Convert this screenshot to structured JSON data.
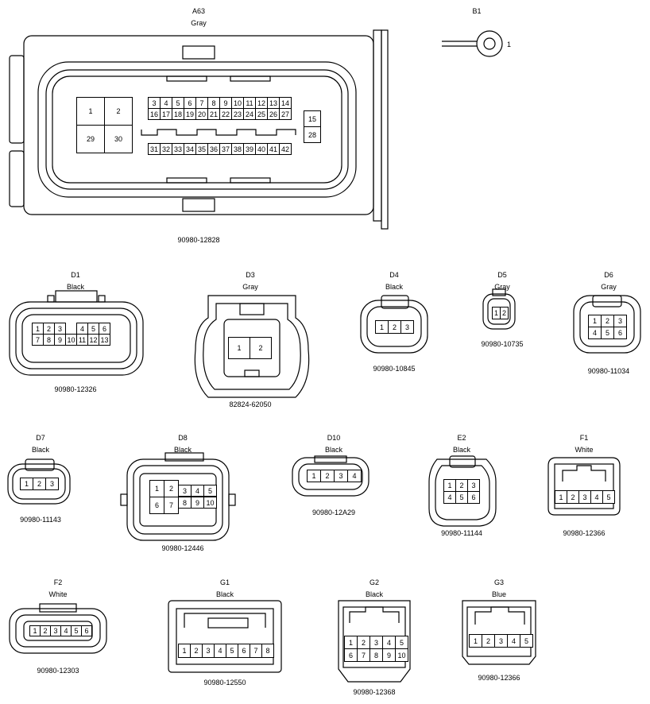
{
  "connectors": {
    "a63": {
      "id": "A63",
      "color": "Gray",
      "part": "90980-12828",
      "big_pins": [
        "1",
        "2",
        "29",
        "30"
      ],
      "row1": [
        "3",
        "4",
        "5",
        "6",
        "7",
        "8",
        "9",
        "10",
        "11",
        "12",
        "13",
        "14"
      ],
      "row2": [
        "16",
        "17",
        "18",
        "19",
        "20",
        "21",
        "22",
        "23",
        "24",
        "25",
        "26",
        "27"
      ],
      "row3": [
        "31",
        "32",
        "33",
        "34",
        "35",
        "36",
        "37",
        "38",
        "39",
        "40",
        "41",
        "42"
      ],
      "side_pins": [
        "15",
        "28"
      ]
    },
    "b1": {
      "id": "B1",
      "pin": "1"
    },
    "d1": {
      "id": "D1",
      "color": "Black",
      "part": "90980-12326",
      "row1": [
        "1",
        "2",
        "3",
        "",
        "4",
        "5",
        "6"
      ],
      "row2": [
        "7",
        "8",
        "9",
        "10",
        "11",
        "12",
        "13"
      ]
    },
    "d3": {
      "id": "D3",
      "color": "Gray",
      "part": "82824-62050",
      "pins": [
        "1",
        "2"
      ]
    },
    "d4": {
      "id": "D4",
      "color": "Black",
      "part": "90980-10845",
      "pins": [
        "1",
        "2",
        "3"
      ]
    },
    "d5": {
      "id": "D5",
      "color": "Gray",
      "part": "90980-10735",
      "pins": [
        "1",
        "2"
      ]
    },
    "d6": {
      "id": "D6",
      "color": "Gray",
      "part": "90980-11034",
      "row1": [
        "1",
        "2",
        "3"
      ],
      "row2": [
        "4",
        "5",
        "6"
      ]
    },
    "d7": {
      "id": "D7",
      "color": "Black",
      "part": "90980-11143",
      "pins": [
        "1",
        "2",
        "3"
      ]
    },
    "d8": {
      "id": "D8",
      "color": "Black",
      "part": "90980-12446",
      "row1": [
        "1",
        "2",
        "3",
        "4",
        "5"
      ],
      "row2": [
        "6",
        "7",
        "8",
        "9",
        "10"
      ]
    },
    "d10": {
      "id": "D10",
      "color": "Black",
      "part": "90980-12A29",
      "pins": [
        "1",
        "2",
        "3",
        "4"
      ]
    },
    "e2": {
      "id": "E2",
      "color": "Black",
      "part": "90980-11144",
      "row1": [
        "1",
        "2",
        "3"
      ],
      "row2": [
        "4",
        "5",
        "6"
      ]
    },
    "f1": {
      "id": "F1",
      "color": "White",
      "part": "90980-12366",
      "pins": [
        "1",
        "2",
        "3",
        "4",
        "5"
      ]
    },
    "f2": {
      "id": "F2",
      "color": "White",
      "part": "90980-12303",
      "pins": [
        "1",
        "2",
        "3",
        "4",
        "5",
        "6"
      ]
    },
    "g1": {
      "id": "G1",
      "color": "Black",
      "part": "90980-12550",
      "pins": [
        "1",
        "2",
        "3",
        "4",
        "5",
        "6",
        "7",
        "8"
      ]
    },
    "g2": {
      "id": "G2",
      "color": "Black",
      "part": "90980-12368",
      "row1": [
        "1",
        "2",
        "3",
        "4",
        "5"
      ],
      "row2": [
        "6",
        "7",
        "8",
        "9",
        "10"
      ]
    },
    "g3": {
      "id": "G3",
      "color": "Blue",
      "part": "90980-12366",
      "pins": [
        "1",
        "2",
        "3",
        "4",
        "5"
      ]
    }
  }
}
